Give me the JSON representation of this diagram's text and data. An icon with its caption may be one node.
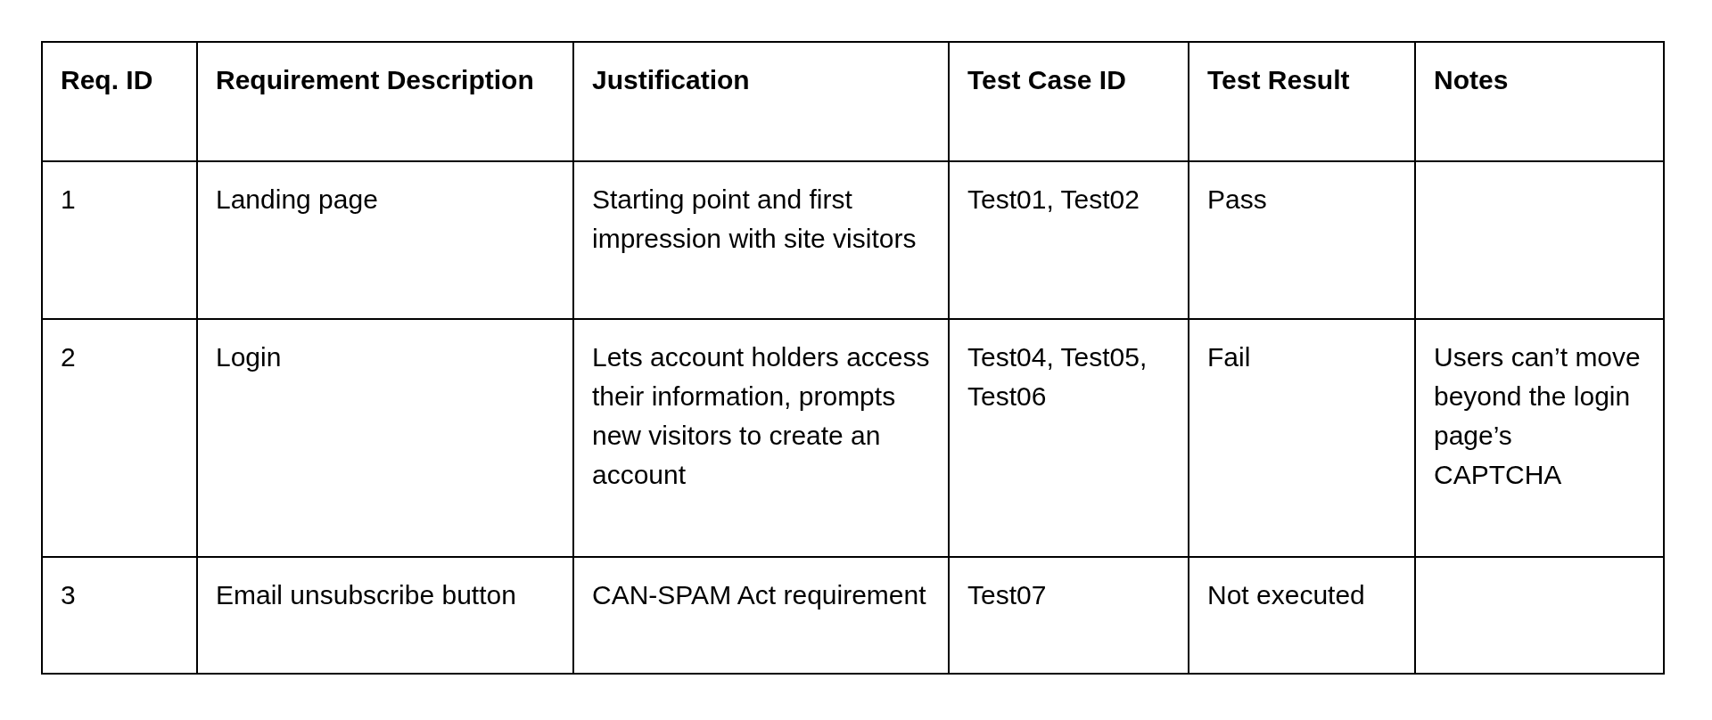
{
  "diagram": {
    "labels": [
      "Req. ID",
      "Requirement Description",
      "Justification",
      "Test Case ID",
      "Test Result",
      "Notes",
      "1",
      "Landing page",
      "Starting point and first impression with site visitors",
      "Test01, Test02",
      "Pass",
      "2",
      "Login",
      "Lets account holders access their information, prompts new visitors to create an account",
      "Test04, Test05, Test06",
      "Fail",
      "Users can’t move beyond the login page’s CAPTCHA",
      "3",
      "Email unsubscribe button",
      "CAN-SPAM Act requirement",
      "Test07",
      "Not executed"
    ]
  }
}
